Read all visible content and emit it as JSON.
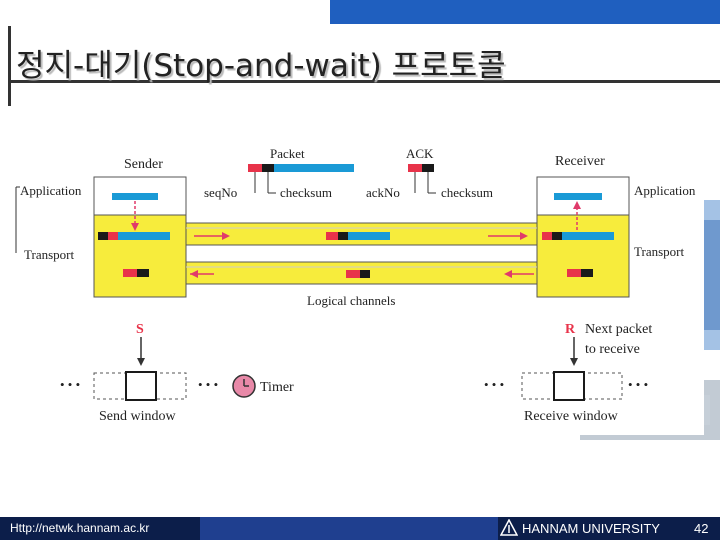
{
  "slide": {
    "title": "정지-대기(Stop-and-wait) 프로토콜",
    "footer_url": "Http://netwk.hannam.ac.kr",
    "footer_university": "HANNAM UNIVERSITY",
    "page_number": "42"
  },
  "diagram": {
    "sender_label": "Sender",
    "receiver_label": "Receiver",
    "packet_label": "Packet",
    "ack_label": "ACK",
    "seqno_label": "seqNo",
    "checksum_label_1": "checksum",
    "ackno_label": "ackNo",
    "checksum_label_2": "checksum",
    "application_left": "Application",
    "transport_left": "Transport",
    "application_right": "Application",
    "transport_right": "Transport",
    "logical_channels": "Logical channels",
    "s_label": "S",
    "r_label": "R",
    "next_packet_1": "Next packet",
    "next_packet_2": "to receive",
    "timer_label": "Timer",
    "send_window": "Send window",
    "receive_window": "Receive window",
    "ellipsis": "• • •"
  },
  "colors": {
    "yellow": "#f7ec3c",
    "blue_bar": "#1a9ad6",
    "red": "#e8334a",
    "black": "#1a1a1a",
    "arrow_pink": "#e03a6a",
    "topbar": "#1f5fbf",
    "footer": "#0c1e4a"
  }
}
